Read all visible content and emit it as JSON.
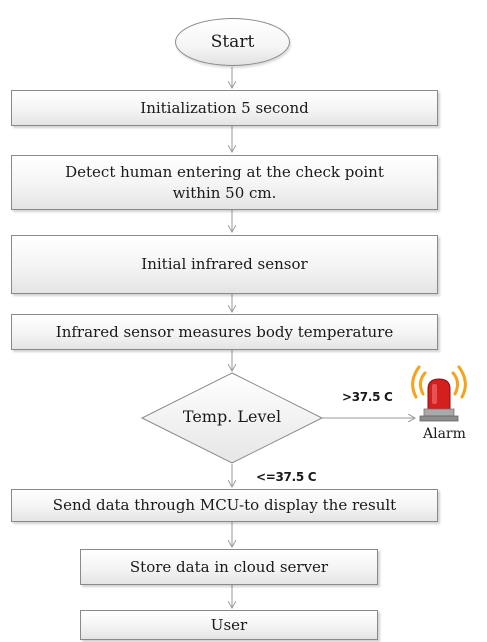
{
  "start": "Start",
  "steps": {
    "init": "Initialization 5 second",
    "detect_line1": "Detect human entering at the check point",
    "detect_line2": "within 50 cm.",
    "infrared_init": "Initial infrared sensor",
    "measure": "Infrared sensor measures body temperature",
    "decision": "Temp. Level",
    "send": "Send data through MCU-to display the result",
    "store": "Store data in cloud server",
    "user": "User"
  },
  "edges": {
    "above": ">37.5 C",
    "below": "<=37.5 C"
  },
  "alarm": {
    "label": "Alarm",
    "icon": "alarm-siren-icon",
    "colors": {
      "siren": "#d41f1f",
      "siren_dark": "#8e0f0f",
      "rays": "#f5a21c",
      "base": "#a9a9a9"
    }
  }
}
